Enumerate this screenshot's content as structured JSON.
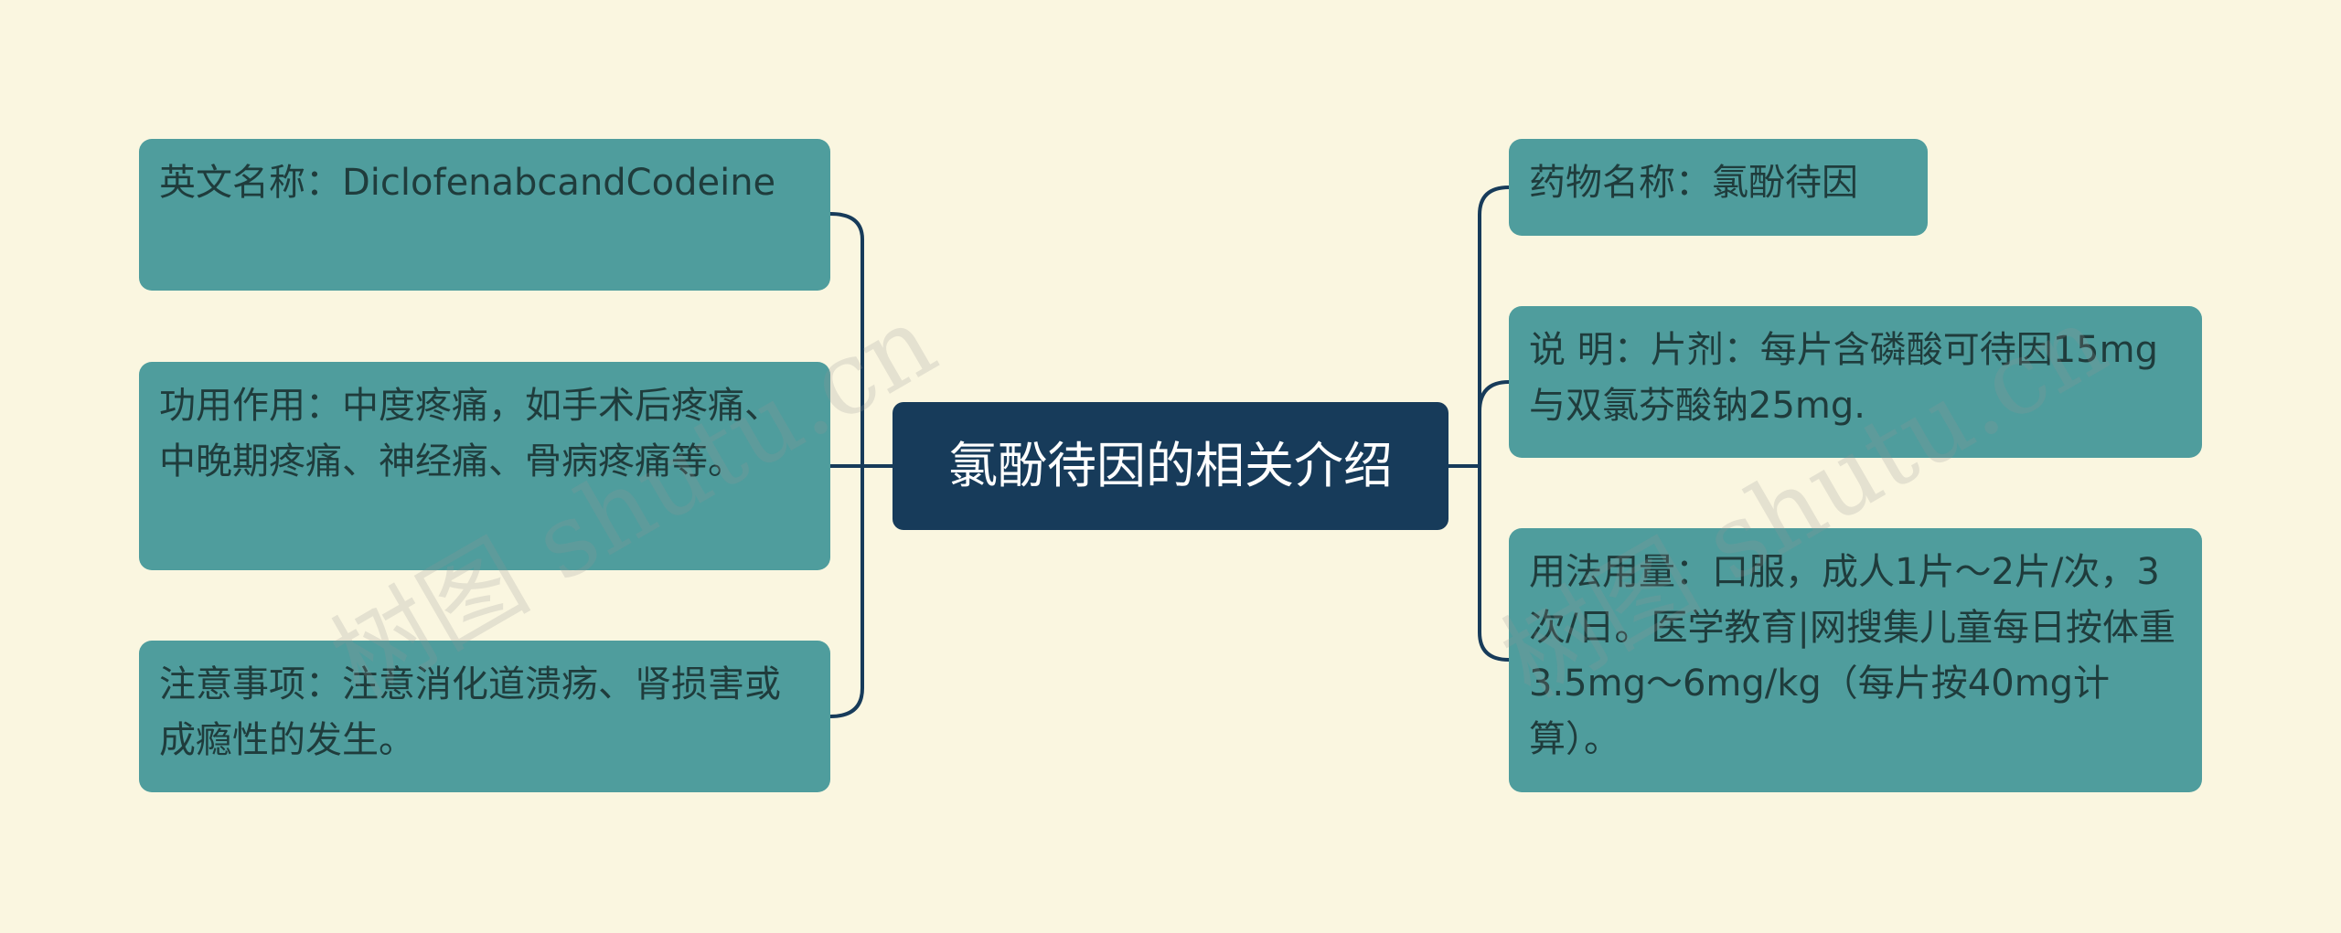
{
  "center": {
    "title": "氯酚待因的相关介绍"
  },
  "left": [
    {
      "text": "英文名称：DiclofenabcandCodeine"
    },
    {
      "text": "功用作用：中度疼痛，如手术后疼痛、中晚期疼痛、神经痛、骨病疼痛等。"
    },
    {
      "text": "注意事项：注意消化道溃疡、肾损害或成瘾性的发生。"
    }
  ],
  "right": [
    {
      "text": "药物名称：氯酚待因"
    },
    {
      "text": "说 明：片剂：每片含磷酸可待因15mg与双氯芬酸钠25mg."
    },
    {
      "text": "用法用量：口服，成人1片～2片/次，3次/日。医学教育|网搜集儿童每日按体重3.5mg～6mg/kg（每片按40mg计算）。"
    }
  ],
  "watermarks": [
    "树图 shutu.cn",
    "树图 shutu.cn"
  ],
  "colors": {
    "background": "#faf6e0",
    "node": "#4f9d9d",
    "center": "#173b5a",
    "line": "#173b5a"
  }
}
